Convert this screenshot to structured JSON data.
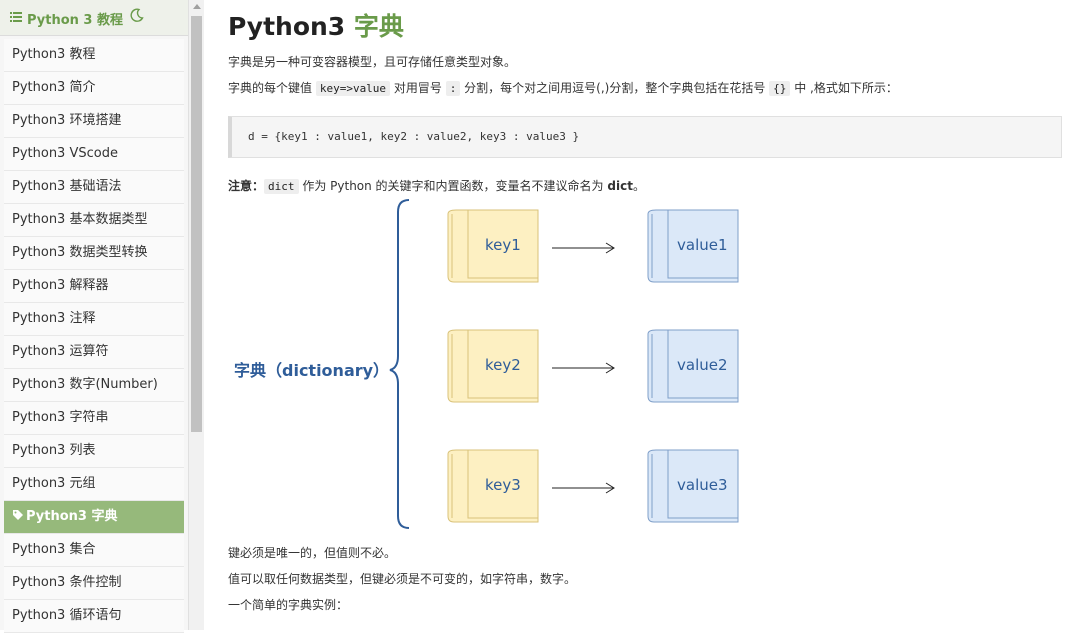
{
  "sidebar": {
    "title": "Python 3 教程",
    "items": [
      {
        "label": "Python3 教程"
      },
      {
        "label": "Python3 简介"
      },
      {
        "label": "Python3 环境搭建"
      },
      {
        "label": "Python3 VScode"
      },
      {
        "label": "Python3 基础语法"
      },
      {
        "label": "Python3 基本数据类型"
      },
      {
        "label": "Python3 数据类型转换"
      },
      {
        "label": "Python3 解释器"
      },
      {
        "label": "Python3 注释"
      },
      {
        "label": "Python3 运算符"
      },
      {
        "label": "Python3 数字(Number)"
      },
      {
        "label": "Python3 字符串"
      },
      {
        "label": "Python3 列表"
      },
      {
        "label": "Python3 元组"
      },
      {
        "label": "Python3 字典",
        "active": true
      },
      {
        "label": "Python3 集合"
      },
      {
        "label": "Python3 条件控制"
      },
      {
        "label": "Python3 循环语句"
      }
    ]
  },
  "colors": {
    "accent": "#6a9b4a",
    "active_bg": "#96b97b",
    "key_fill": "#fdf0c2",
    "key_stroke": "#d9c27a",
    "value_fill": "#dbe8f8",
    "value_stroke": "#7f9fc9",
    "brace": "#2f5d99"
  },
  "main": {
    "title_prefix": "Python3 ",
    "title_accent": "字典",
    "p1": "字典是另一种可变容器模型，且可存储任意类型对象。",
    "p2_a": "字典的每个键值 ",
    "p2_code1": "key=>value",
    "p2_b": " 对用冒号 ",
    "p2_code2": ":",
    "p2_c": " 分割，每个对之间用逗号(,)分割，整个字典包括在花括号 ",
    "p2_code3": "{}",
    "p2_d": " 中 ,格式如下所示：",
    "code": "d = {key1 : value1, key2 : value2, key3 : value3 }",
    "note_label": "注意：",
    "note_code": "dict",
    "note_text": " 作为 Python 的关键字和内置函数，变量名不建议命名为 ",
    "note_bold": "dict",
    "note_end": "。",
    "p3": "键必须是唯一的，但值则不必。",
    "p4": "值可以取任何数据类型，但键必须是不可变的，如字符串，数字。",
    "p5": "一个简单的字典实例："
  },
  "diagram": {
    "label": "字典（dictionary）",
    "pairs": [
      {
        "key": "key1",
        "value": "value1"
      },
      {
        "key": "key2",
        "value": "value2"
      },
      {
        "key": "key3",
        "value": "value3"
      }
    ]
  }
}
